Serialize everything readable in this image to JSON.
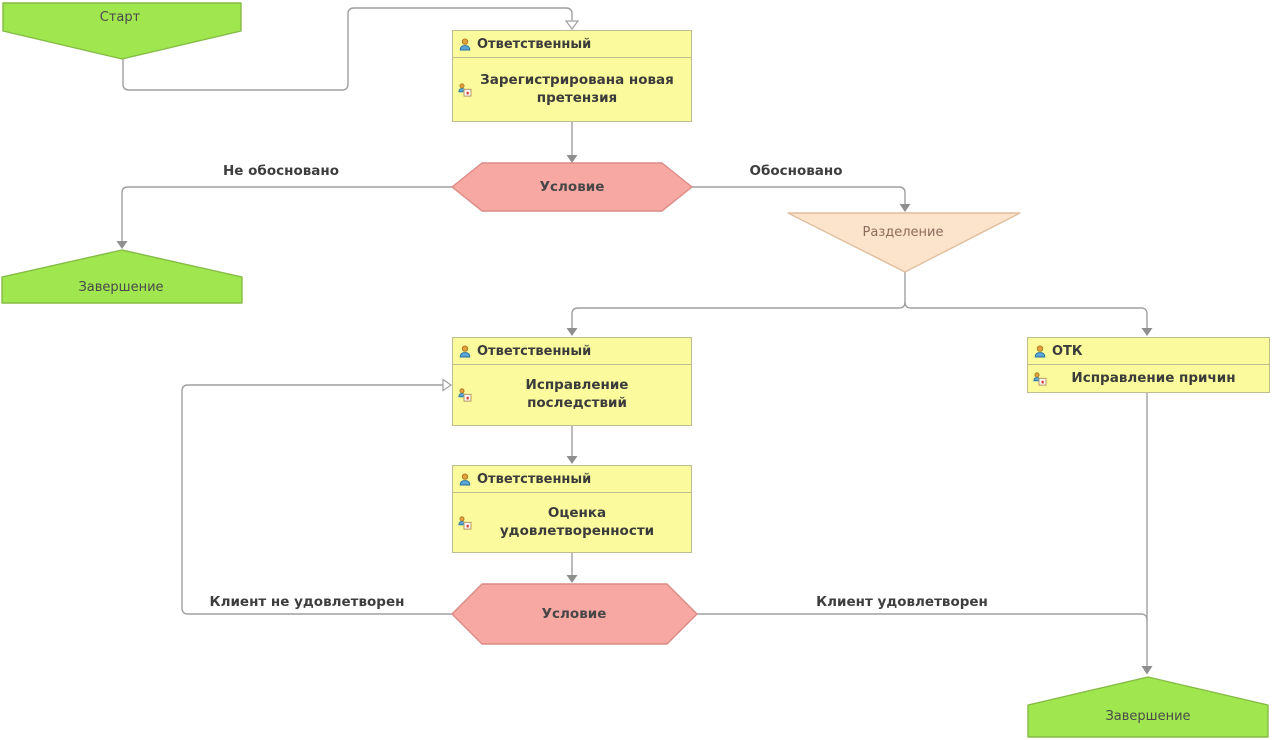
{
  "diagram": {
    "type": "business-process-flowchart",
    "nodes": {
      "start": {
        "label": "Старт"
      },
      "register": {
        "role": "Ответственный",
        "action": "Зарегистрирована новая претензия"
      },
      "condition1": {
        "label": "Условие"
      },
      "end_left": {
        "label": "Завершение"
      },
      "split": {
        "label": "Разделение"
      },
      "fix_consequences": {
        "role": "Ответственный",
        "action": "Исправление последствий"
      },
      "fix_causes": {
        "role": "ОТК",
        "action": "Исправление причин"
      },
      "assess": {
        "role": "Ответственный",
        "action": "Оценка удовлетворенности"
      },
      "condition2": {
        "label": "Условие"
      },
      "end_right": {
        "label": "Завершение"
      }
    },
    "edge_labels": {
      "not_justified": "Не обосновано",
      "justified": "Обосновано",
      "client_not_satisfied": "Клиент не удовлетворен",
      "client_satisfied": "Клиент удовлетворен"
    },
    "icons": {
      "role_icon": "person-icon",
      "action_icon": "person-task-icon"
    },
    "colors": {
      "green_fill": "#9fe64f",
      "green_border": "#85bb45",
      "yellow_fill": "#fbfb9d",
      "yellow_border": "#bdbd8e",
      "pink_fill": "#f8a8a3",
      "pink_border": "#db8b86",
      "peach_fill": "#fbe4cb",
      "peach_border": "#e0bf9e",
      "line": "#9f9f9f",
      "arrow_fill": "#8f8f8f",
      "label_text": "#3e3e3e",
      "node_text": "#4a4a4a",
      "split_text": "#8d6b5c"
    }
  }
}
